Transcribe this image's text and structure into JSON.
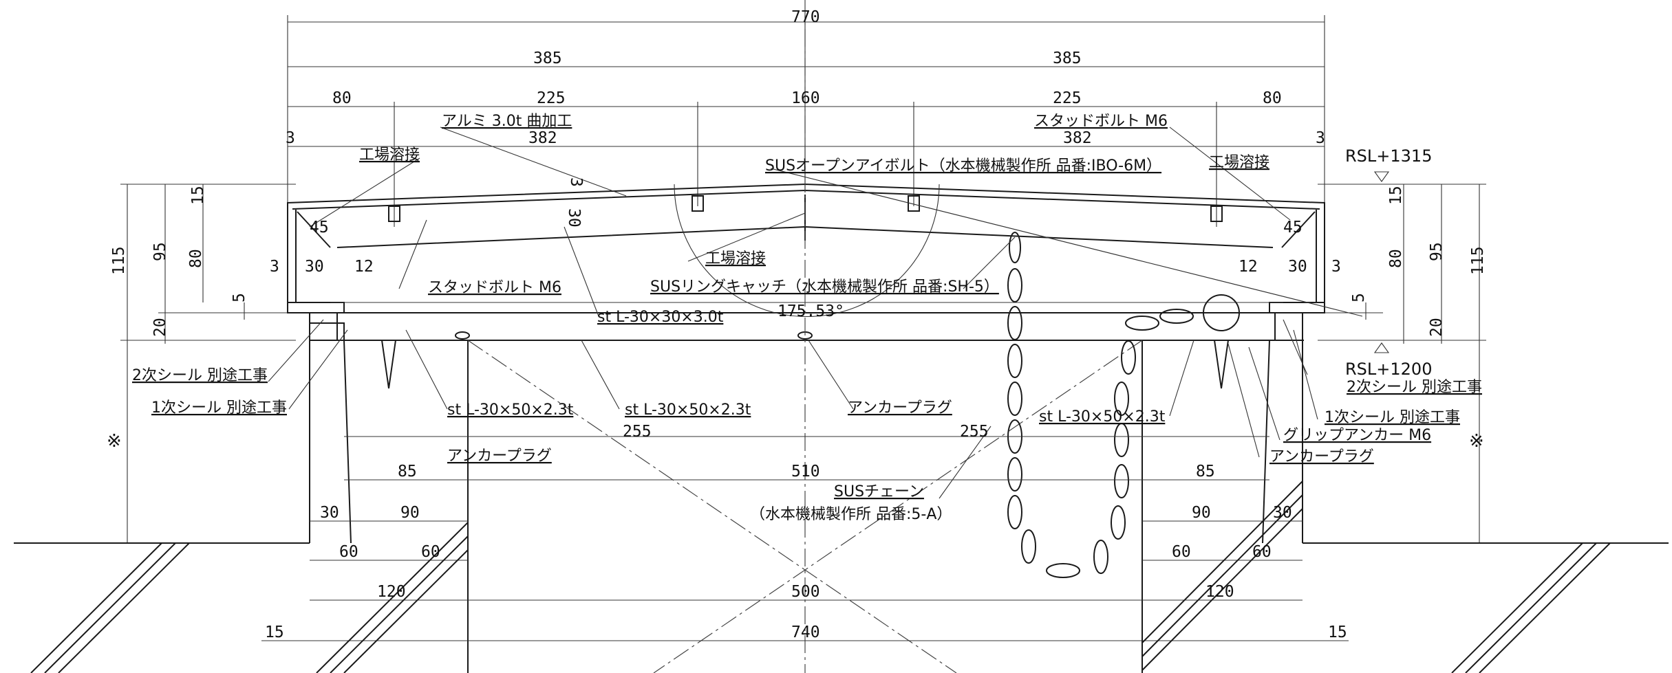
{
  "dims": {
    "d770": "770",
    "d385a": "385",
    "d385b": "385",
    "d80a": "80",
    "d225a": "225",
    "d160": "160",
    "d225b": "225",
    "d80b": "80",
    "d382a": "382",
    "d382b": "382",
    "d3a": "3",
    "d3b": "3",
    "d15l": "15",
    "d95l": "95",
    "d115l": "115",
    "d80l": "80",
    "d5l": "5",
    "d20l": "20",
    "d15r": "15",
    "d95r": "95",
    "d115r": "115",
    "d80r": "80",
    "d5r": "5",
    "d20r": "20",
    "d3l2": "3",
    "d30l": "30",
    "d12l": "12",
    "d12r": "12",
    "d30r": "30",
    "d3r2": "3",
    "d45l": "45",
    "d45r": "45",
    "d3v": "3",
    "d30v": "30",
    "angle": "175.53°",
    "d255a": "255",
    "d255b": "255",
    "d85a": "85",
    "d510": "510",
    "d85b": "85",
    "d30b": "30",
    "d90a": "90",
    "d90b": "90",
    "d30c": "30",
    "d60a": "60",
    "d60b": "60",
    "d60c": "60",
    "d60d": "60",
    "d120a": "120",
    "d500": "500",
    "d120b": "120",
    "d15bl": "15",
    "d740": "740",
    "d15br": "15"
  },
  "labels": {
    "alumi": "アルミ 3.0t 曲加工",
    "weld1": "工場溶接",
    "weld2": "工場溶接",
    "weld3": "工場溶接",
    "stud1": "スタッドボルト M6",
    "stud2": "スタッドボルト M6",
    "eyebolt": "SUSオープンアイボルト（水本機械製作所 品番:IBO-6M）",
    "catch": "SUSリングキャッチ（水本機械製作所 品番:SH-5）",
    "angle1": "st L-30×30×3.0t",
    "angle2": "st L-30×50×2.3t",
    "angle3": "st L-30×50×2.3t",
    "angle4": "st L-30×50×2.3t",
    "seal2l": "2次シール 別途工事",
    "seal1l": "1次シール 別途工事",
    "seal2r": "2次シール 別途工事",
    "seal1r": "1次シール 別途工事",
    "plugl": "アンカープラグ",
    "plugc": "アンカープラグ",
    "plugr": "アンカープラグ",
    "grip": "グリップアンカー M6",
    "chain1": "SUSチェーン",
    "chain2": "（水本機械製作所 品番:5-A）",
    "rsl1": "RSL+1315",
    "rsl2": "RSL+1200",
    "kome1": "※",
    "kome2": "※"
  }
}
